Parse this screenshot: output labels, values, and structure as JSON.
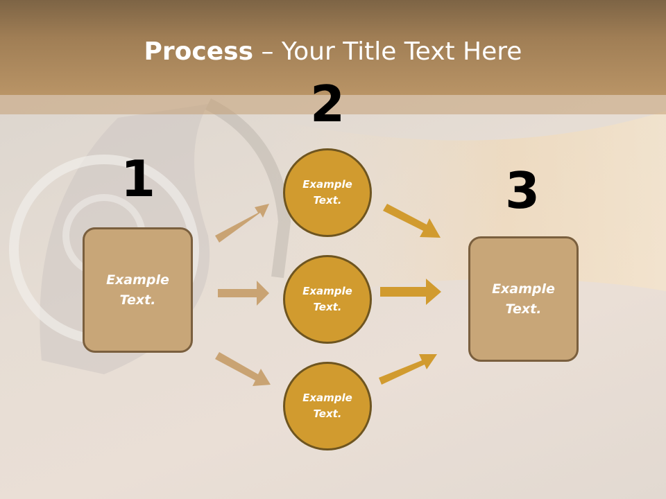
{
  "slide": {
    "title_bold": "Process",
    "title_rest": " – Your Title Text Here",
    "steps": [
      {
        "number": "1",
        "label": "Example\nText."
      },
      {
        "number": "2",
        "items": [
          "Example\nText.",
          "Example\nText.",
          "Example\nText."
        ]
      },
      {
        "number": "3",
        "label": "Example\nText."
      }
    ]
  },
  "colors": {
    "header": "#a07e55",
    "box_fill": "#c8a678",
    "circle_fill": "#d19b2f",
    "arrow_left": "#c9a373",
    "arrow_right": "#d19b2f"
  }
}
